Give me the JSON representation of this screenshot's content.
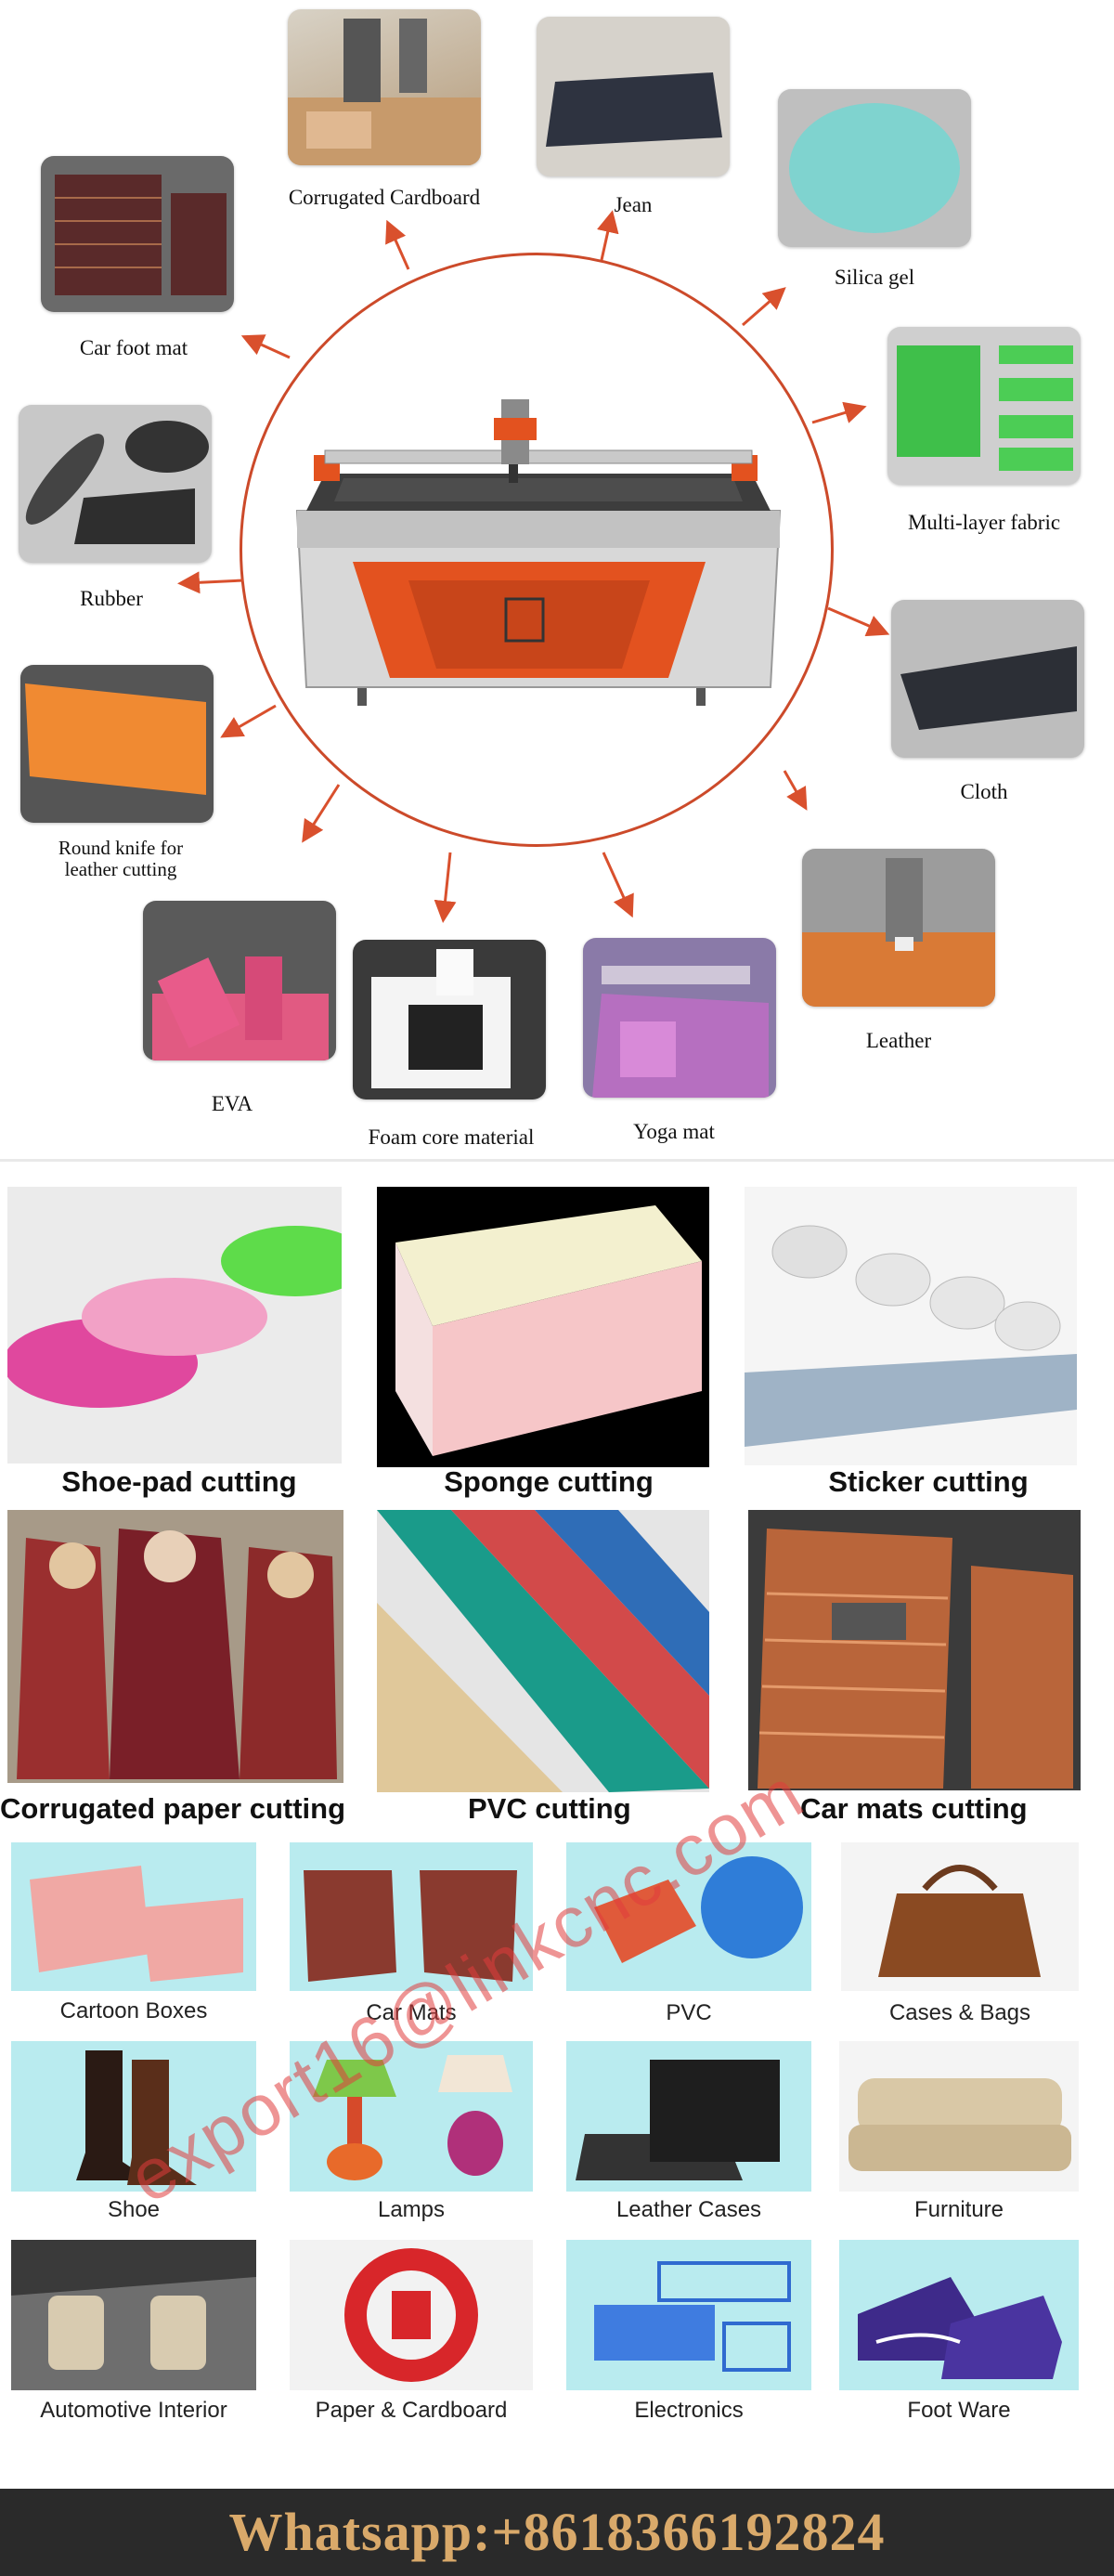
{
  "radial": {
    "items": [
      {
        "label": "Corrugated Cardboard"
      },
      {
        "label": "Jean"
      },
      {
        "label": "Silica gel"
      },
      {
        "label": "Car foot mat"
      },
      {
        "label": "Multi-layer fabric"
      },
      {
        "label": "Rubber"
      },
      {
        "label": "Cloth"
      },
      {
        "label": "Round knife for\nleather cutting"
      },
      {
        "label": "Leather"
      },
      {
        "label": "EVA"
      },
      {
        "label": "Foam core material"
      },
      {
        "label": "Yoga mat"
      }
    ],
    "accent_color": "#cc4a2a"
  },
  "applications": {
    "big_tiles": [
      {
        "label": "Shoe-pad cutting"
      },
      {
        "label": "Sponge cutting"
      },
      {
        "label": "Sticker cutting"
      },
      {
        "label": "Corrugated paper cutting"
      },
      {
        "label": "PVC cutting"
      },
      {
        "label": "Car mats cutting"
      }
    ],
    "small_tiles": [
      {
        "label": "Cartoon Boxes"
      },
      {
        "label": "Car Mats"
      },
      {
        "label": "PVC"
      },
      {
        "label": "Cases & Bags"
      },
      {
        "label": "Shoe"
      },
      {
        "label": "Lamps"
      },
      {
        "label": "Leather Cases"
      },
      {
        "label": "Furniture"
      },
      {
        "label": "Automotive Interior"
      },
      {
        "label": "Paper & Cardboard"
      },
      {
        "label": "Electronics"
      },
      {
        "label": "Foot Ware"
      }
    ],
    "tile_bg": "#b9ebef"
  },
  "watermark": "export16@linkcnc.com",
  "footer": {
    "contact": "Whatsapp:+8618366192824"
  }
}
